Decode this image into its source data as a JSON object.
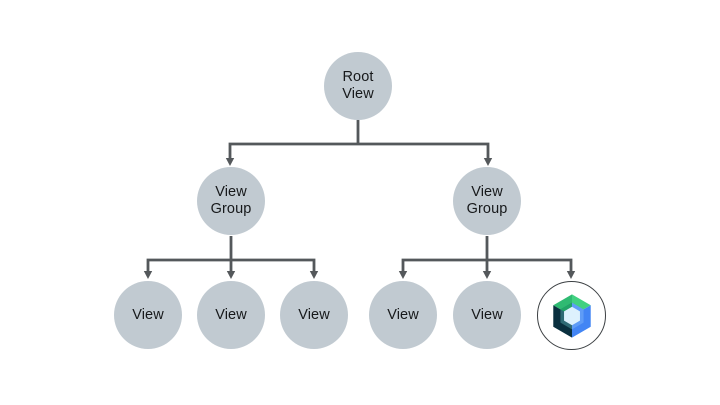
{
  "colors": {
    "background": "#ffffff",
    "node-fill": "#c1cad1",
    "line": "#54585b",
    "text": "#17191b",
    "compose-ring": "#3c4043",
    "compose-green": "#42d181",
    "compose-green-dark": "#2fba72",
    "compose-green-shadow": "#21a566",
    "compose-blue": "#4285f4",
    "compose-blue-light": "#5f9cf6",
    "compose-navy": "#0a303f",
    "compose-teal": "#2e6a75",
    "compose-hex": "#ddf1fd"
  },
  "nodes": {
    "root": {
      "label": "Root\nView"
    },
    "group_left": {
      "label": "View\nGroup"
    },
    "group_right": {
      "label": "View\nGroup"
    },
    "view_left_1": {
      "label": "View"
    },
    "view_left_2": {
      "label": "View"
    },
    "view_left_3": {
      "label": "View"
    },
    "view_right_1": {
      "label": "View"
    },
    "view_right_2": {
      "label": "View"
    },
    "compose_node": {
      "icon": "jetpack-compose-logo"
    }
  }
}
